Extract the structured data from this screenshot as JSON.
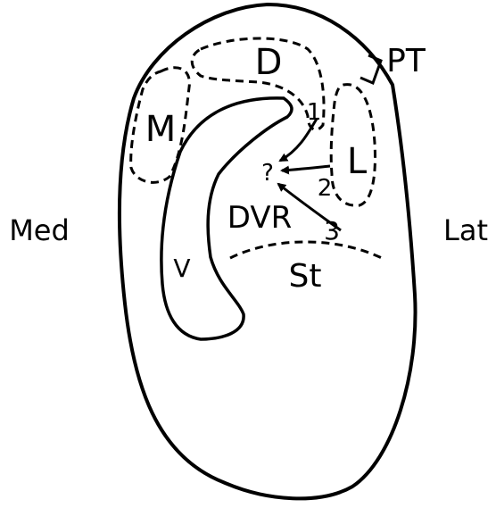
{
  "labels": {
    "region_d": "D",
    "region_m": "M",
    "region_l": "L",
    "region_v": "V",
    "region_dvr": "DVR",
    "region_st": "St",
    "region_pt": "PT",
    "unknown_target": "?",
    "path_1": "1",
    "path_2": "2",
    "path_3": "3",
    "side_medial": "Med",
    "side_lateral": "Lat"
  },
  "colors": {
    "ink": "#000000",
    "background": "#ffffff"
  }
}
